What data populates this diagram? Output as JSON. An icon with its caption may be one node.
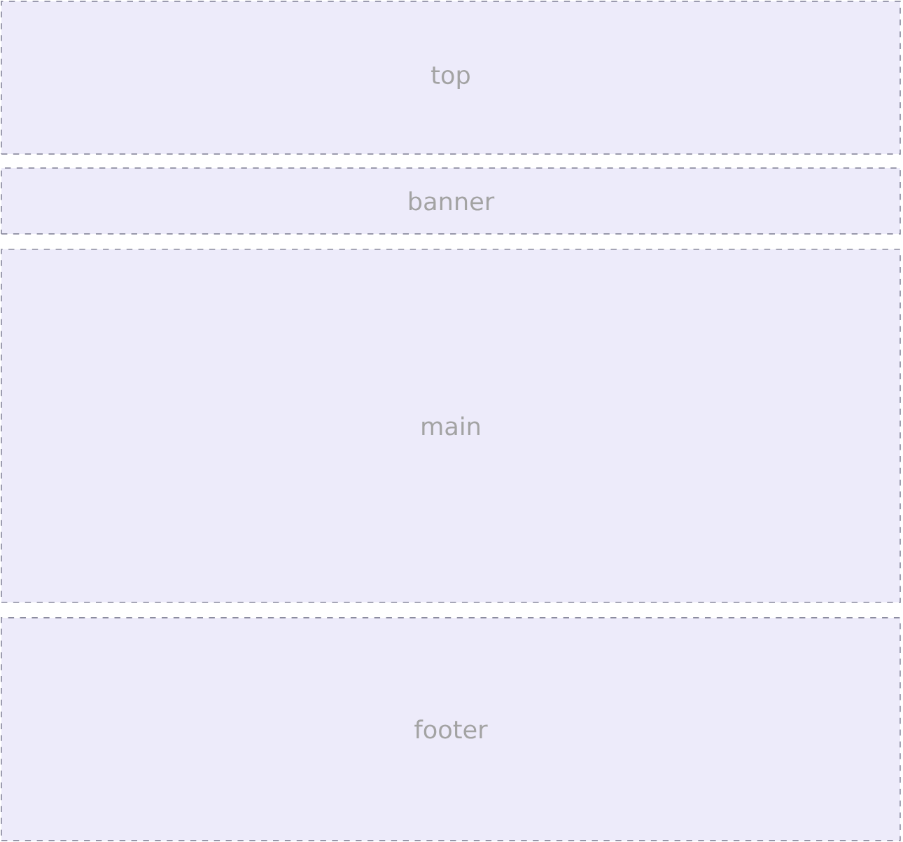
{
  "diagram": {
    "nodes": [
      {
        "text": [
          "top"
        ]
      },
      {
        "text": [
          "banner"
        ]
      },
      {
        "text": [
          "main"
        ]
      },
      {
        "text": [
          "footer"
        ]
      }
    ]
  }
}
